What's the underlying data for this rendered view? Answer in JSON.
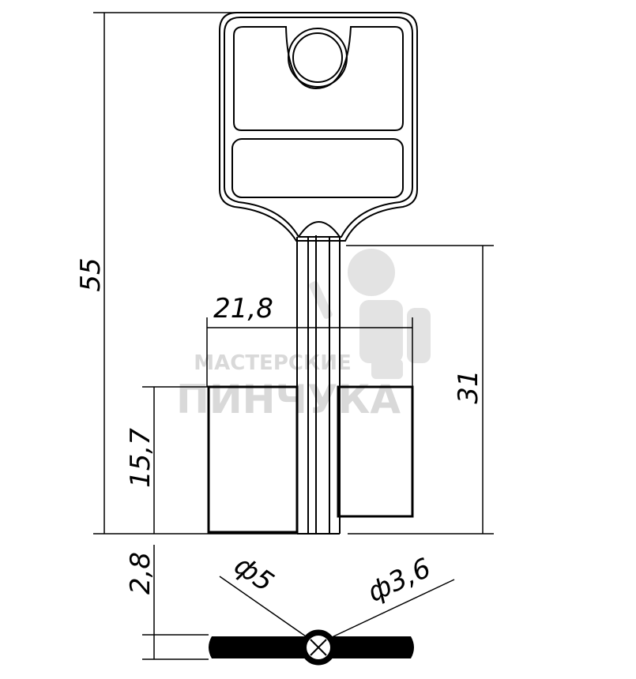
{
  "dimensions": {
    "total_length": "55",
    "bit_width": "21,8",
    "bit_height": "15,7",
    "shank_length": "31",
    "thickness": "2,8",
    "diameter_large": "ф5",
    "diameter_small": "ф3,6"
  },
  "watermark": {
    "line1": "МАСТЕРСКИЕ",
    "line2": "ПИНЧУКА"
  },
  "colors": {
    "line": "#000000",
    "watermark": "#d9d9d9",
    "background": "#ffffff"
  }
}
